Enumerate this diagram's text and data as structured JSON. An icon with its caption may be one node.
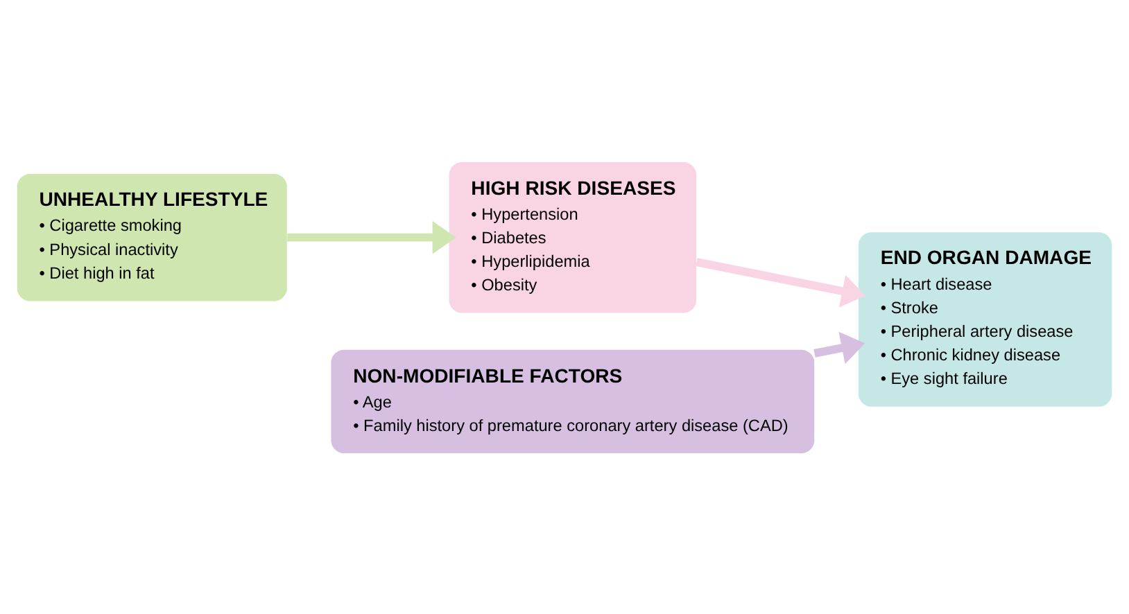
{
  "diagram": {
    "nodes": [
      {
        "text": [
          "UNHEALTHY LIFESTYLE",
          "• Cigarette smoking",
          "• Physical inactivity",
          "• Diet high in fat"
        ]
      },
      {
        "text": [
          "HIGH RISK DISEASES",
          "• Hypertension",
          "• Diabetes",
          "• Hyperlipidemia",
          "• Obesity"
        ]
      },
      {
        "text": [
          "NON-MODIFIABLE FACTORS",
          "• Age",
          "• Family history of premature coronary artery disease (CAD)"
        ]
      },
      {
        "text": [
          "END ORGAN DAMAGE",
          "• Heart disease",
          "• Stroke",
          "• Peripheral artery disease",
          "• Chronic kidney disease",
          "• Eye sight failure"
        ]
      }
    ],
    "edges": [
      {
        "from": 0,
        "to": 1,
        "arrow": "to",
        "color": "#cfe6b0"
      },
      {
        "from": 1,
        "to": 3,
        "arrow": "to",
        "color": "#f9d4e4"
      },
      {
        "from": 2,
        "to": 3,
        "arrow": "to",
        "color": "#d6bfe0"
      }
    ]
  }
}
